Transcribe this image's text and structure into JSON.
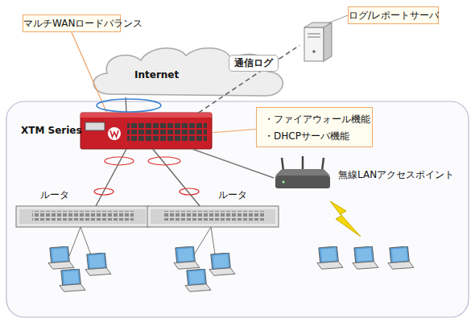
{
  "diagram": {
    "nodes": [
      {
        "text": [
          "マルチWANロードバランス"
        ]
      },
      {
        "text": [
          "Internet"
        ]
      },
      {
        "text": [
          "ログ/レポートサーバ"
        ]
      },
      {
        "text": [
          "XTM Series"
        ]
      },
      {
        "text": [
          "・ファイアウォール機能",
          "・DHCPサーバ機能"
        ]
      },
      {
        "text": [
          "無線LANアクセスポイント"
        ]
      },
      {
        "text": [
          "ルータ"
        ]
      },
      {
        "text": [
          "ルータ"
        ]
      }
    ],
    "edges": [
      {
        "from": 0,
        "to": 3,
        "arrow": "none"
      },
      {
        "from": 1,
        "to": 3,
        "arrow": "none"
      },
      {
        "from": 3,
        "to": 2,
        "label": "通信ログ",
        "arrow": "none"
      },
      {
        "from": 4,
        "to": 3,
        "arrow": "none"
      },
      {
        "from": 3,
        "to": 6,
        "arrow": "none"
      },
      {
        "from": 3,
        "to": 7,
        "arrow": "none"
      },
      {
        "from": 3,
        "to": 5,
        "arrow": "none"
      }
    ]
  }
}
